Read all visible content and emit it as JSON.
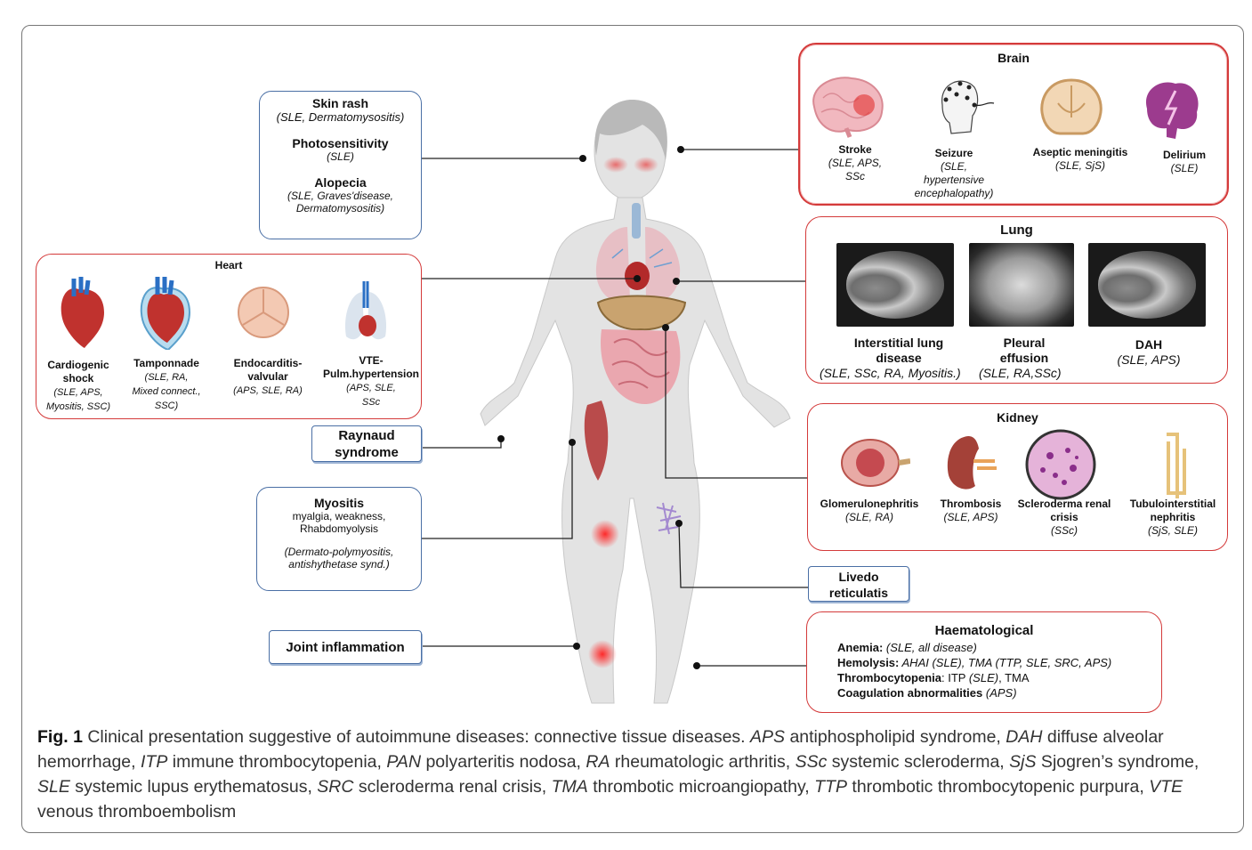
{
  "skin": {
    "title1": "Skin rash",
    "sub1": "(SLE, Dermatomysositis)",
    "title2": "Photosensitivity",
    "sub2": "(SLE)",
    "title3": "Alopecia",
    "sub3a": "(SLE, Graves'disease,",
    "sub3b": "Dermatomysositis)"
  },
  "heart": {
    "title": "Heart",
    "items": [
      {
        "name": "Cardiogenic shock",
        "name_a": "Cardiogenic",
        "name_b": "shock",
        "sub_a": "(SLE, APS,",
        "sub_b": "Myositis, SSC)"
      },
      {
        "name": "Tamponnade",
        "sub_a": "(SLE, RA,",
        "sub_b": "Mixed connect.,",
        "sub_c": "SSC)"
      },
      {
        "name_a": "Endocarditis-",
        "name_b": "valvular",
        "sub_a": "(APS, SLE, RA)"
      },
      {
        "name_a": "VTE-",
        "name_b": "Pulm.hypertension",
        "sub_a": "(APS, SLE,",
        "sub_b": "SSc"
      }
    ]
  },
  "raynaud": {
    "line1": "Raynaud",
    "line2": "syndrome"
  },
  "myositis": {
    "title": "Myositis",
    "line1": "myalgia, weakness,",
    "line2": "Rhabdomyolysis",
    "sub_a": "(Dermato-polymyositis,",
    "sub_b": "antishythetase synd.)"
  },
  "joint": {
    "label": "Joint inflammation"
  },
  "brain": {
    "title": "Brain",
    "items": [
      {
        "name": "Stroke",
        "sub_a": "(SLE, APS,",
        "sub_b": "SSc"
      },
      {
        "name": "Seizure",
        "sub_a": "(SLE,",
        "sub_b": "hypertensive",
        "sub_c": "encephalopathy)"
      },
      {
        "name": "Aseptic meningitis",
        "sub_a": "(SLE, SjS)"
      },
      {
        "name": "Delirium",
        "sub_a": "(SLE)"
      }
    ]
  },
  "lung": {
    "title": "Lung",
    "items": [
      {
        "name_a": "Interstitial lung",
        "name_b": "disease",
        "sub_a": "(SLE, SSc, RA, Myositis.)"
      },
      {
        "name_a": "Pleural",
        "name_b": "effusion",
        "sub_a": "(SLE, RA,SSc)"
      },
      {
        "name_a": "DAH",
        "sub_a": "(SLE, APS)"
      }
    ]
  },
  "kidney": {
    "title": "Kidney",
    "items": [
      {
        "name_a": "Glomerulonephritis",
        "sub_a": "(SLE, RA)"
      },
      {
        "name_a": "Thrombosis",
        "sub_a": "(SLE, APS)"
      },
      {
        "name_a": "Scleroderma renal",
        "name_b": "crisis",
        "sub_a": "(SSc)"
      },
      {
        "name_a": "Tubulointerstitial",
        "name_b": "nephritis",
        "sub_a": "(SjS, SLE)"
      }
    ]
  },
  "livedo": {
    "line1": "Livedo",
    "line2": "reticulatis"
  },
  "haem": {
    "title": "Haematological",
    "r1_label": "Anemia:",
    "r1_text": " (SLE, all disease)",
    "r2_label": "Hemolysis:",
    "r2_text": "  AHAI (SLE), TMA (TTP, SLE, SRC, APS)",
    "r3_label": "Thrombocytopenia",
    "r3_text_a": ": ITP ",
    "r3_text_b": "(SLE)",
    "r3_text_c": ", TMA",
    "r4_label": "Coagulation abnormalities",
    "r4_text": " (APS)"
  },
  "caption": {
    "fig": "Fig. 1",
    "t1": "  Clinical presentation suggestive of autoimmune diseases: connective tissue diseases. ",
    "a1": "APS",
    "d1": " antiphospholipid syndrome, ",
    "a2": "DAH",
    "d2": " diffuse alveolar hemorrhage, ",
    "a3": "ITP",
    "d3": " immune thrombocytopenia, ",
    "a4": "PAN",
    "d4": " polyarteritis nodosa, ",
    "a5": "RA",
    "d5": " rheumatologic arthritis, ",
    "a6": "SSc",
    "d6": " systemic scleroderma, ",
    "a7": "SjS",
    "d7": " Sjogren’s syndrome, ",
    "a8": "SLE",
    "d8": " systemic lupus erythematosus, ",
    "a9": "SRC",
    "d9": " scleroderma renal crisis, ",
    "a10": "TMA",
    "d10": " thrombotic microangiopathy, ",
    "a11": "TTP",
    "d11": " thrombotic thrombocytopenic purpura, ",
    "a12": "VTE",
    "d12": " venous thromboembolism"
  },
  "colors": {
    "box_blue": "#4a6fa5",
    "box_red": "#d43a3a",
    "body": "#e6e6e6",
    "inflammation": "#ff3030"
  }
}
